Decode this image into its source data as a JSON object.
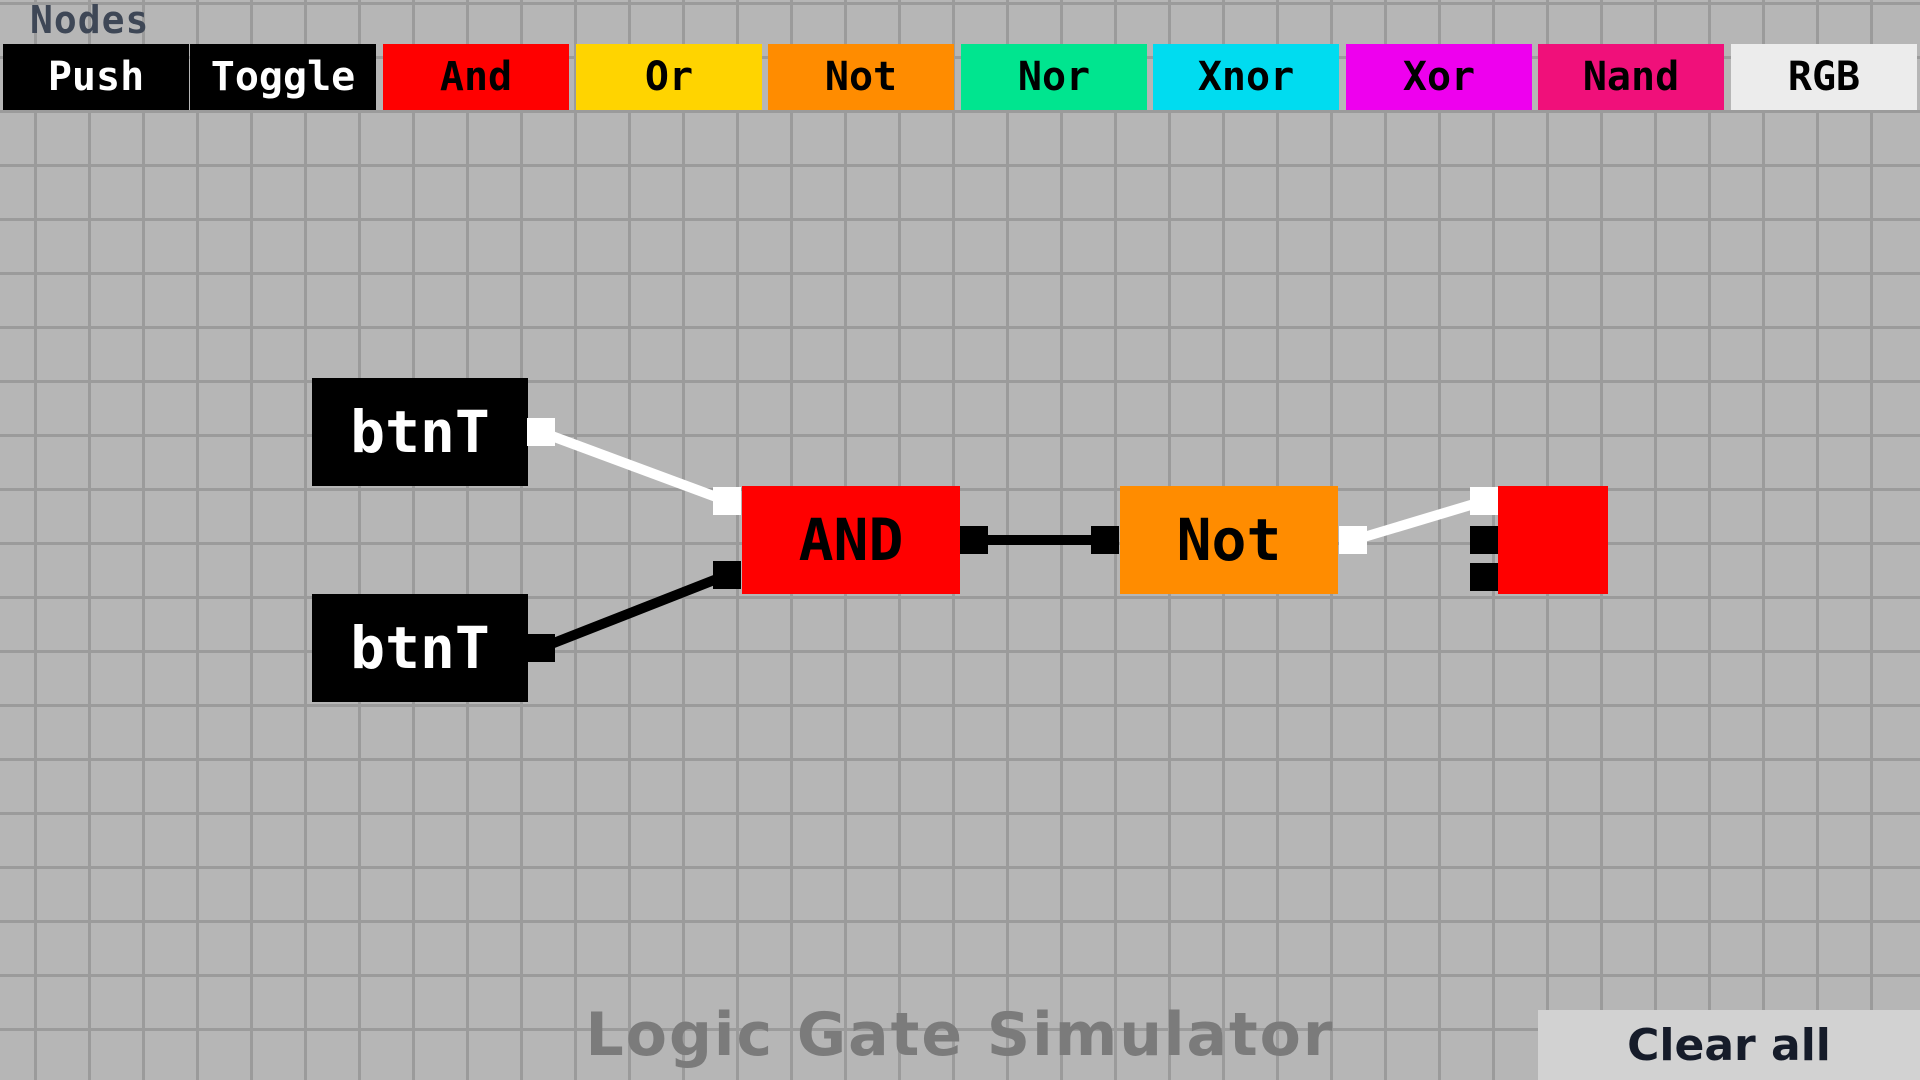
{
  "header": {
    "nodes_label": "Nodes"
  },
  "toolbar": {
    "items": [
      {
        "label": "Push",
        "bg": "#000000",
        "fg": "#ffffff"
      },
      {
        "label": "Toggle",
        "bg": "#000000",
        "fg": "#ffffff"
      },
      {
        "label": "And",
        "bg": "#ff0000",
        "fg": "#000000"
      },
      {
        "label": "Or",
        "bg": "#ffd400",
        "fg": "#000000"
      },
      {
        "label": "Not",
        "bg": "#ff8c00",
        "fg": "#000000"
      },
      {
        "label": "Nor",
        "bg": "#00e58f",
        "fg": "#000000"
      },
      {
        "label": "Xnor",
        "bg": "#00dcf0",
        "fg": "#000000"
      },
      {
        "label": "Xor",
        "bg": "#ee00ee",
        "fg": "#000000"
      },
      {
        "label": "Nand",
        "bg": "#f0107a",
        "fg": "#000000"
      },
      {
        "label": "RGB",
        "bg": "#ececec",
        "fg": "#000000"
      }
    ]
  },
  "circuit": {
    "nodes": {
      "btn1": {
        "label": "btnT",
        "bg": "#000000",
        "fg": "#ffffff"
      },
      "btn2": {
        "label": "btnT",
        "bg": "#000000",
        "fg": "#ffffff"
      },
      "and": {
        "label": "AND",
        "bg": "#ff0000",
        "fg": "#000000"
      },
      "not": {
        "label": "Not",
        "bg": "#ff8c00",
        "fg": "#000000"
      },
      "rgb": {
        "label": "",
        "bg": "#ff0000",
        "fg": "#000000"
      }
    },
    "wire_colors": {
      "high": "#ffffff",
      "low": "#000000"
    }
  },
  "footer": {
    "title": "Logic Gate Simulator",
    "clear_label": "Clear all"
  }
}
